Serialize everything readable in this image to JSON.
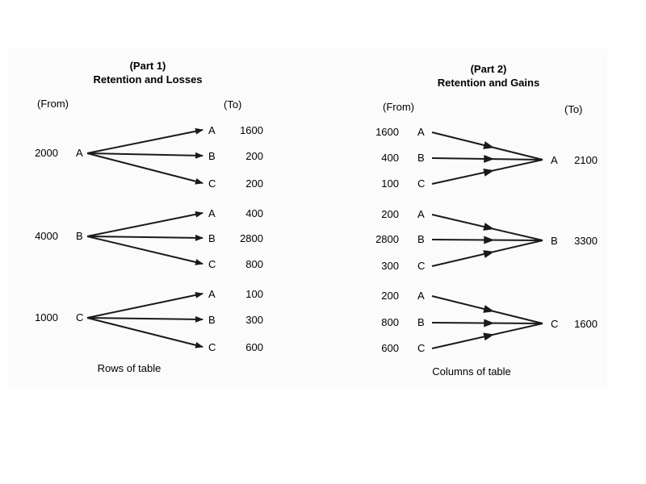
{
  "part1": {
    "heading": "(Part 1)",
    "subheading": "Retention and Losses",
    "from_label": "(From)",
    "to_label": "(To)",
    "caption": "Rows of table",
    "groups": [
      {
        "source": {
          "letter": "A",
          "value": "2000"
        },
        "targets": [
          {
            "letter": "A",
            "value": "1600"
          },
          {
            "letter": "B",
            "value": "200"
          },
          {
            "letter": "C",
            "value": "200"
          }
        ]
      },
      {
        "source": {
          "letter": "B",
          "value": "4000"
        },
        "targets": [
          {
            "letter": "A",
            "value": "400"
          },
          {
            "letter": "B",
            "value": "2800"
          },
          {
            "letter": "C",
            "value": "800"
          }
        ]
      },
      {
        "source": {
          "letter": "C",
          "value": "1000"
        },
        "targets": [
          {
            "letter": "A",
            "value": "100"
          },
          {
            "letter": "B",
            "value": "300"
          },
          {
            "letter": "C",
            "value": "600"
          }
        ]
      }
    ]
  },
  "part2": {
    "heading": "(Part 2)",
    "subheading": "Retention and Gains",
    "from_label": "(From)",
    "to_label": "(To)",
    "caption": "Columns of table",
    "groups": [
      {
        "sources": [
          {
            "letter": "A",
            "value": "1600"
          },
          {
            "letter": "B",
            "value": "400"
          },
          {
            "letter": "C",
            "value": "100"
          }
        ],
        "target": {
          "letter": "A",
          "value": "2100"
        }
      },
      {
        "sources": [
          {
            "letter": "A",
            "value": "200"
          },
          {
            "letter": "B",
            "value": "2800"
          },
          {
            "letter": "C",
            "value": "300"
          }
        ],
        "target": {
          "letter": "B",
          "value": "3300"
        }
      },
      {
        "sources": [
          {
            "letter": "A",
            "value": "200"
          },
          {
            "letter": "B",
            "value": "800"
          },
          {
            "letter": "C",
            "value": "600"
          }
        ],
        "target": {
          "letter": "C",
          "value": "1600"
        }
      }
    ]
  }
}
